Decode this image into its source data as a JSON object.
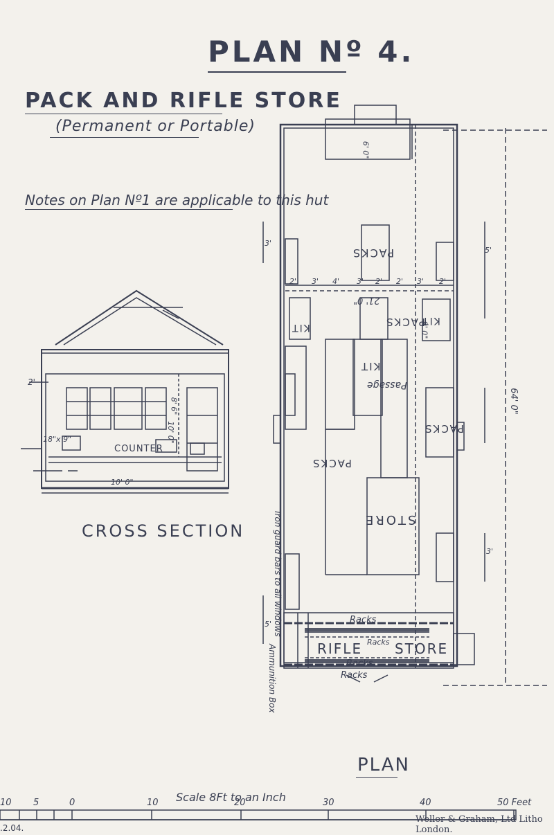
{
  "header": {
    "title": "PLAN Nº 4.",
    "subtitle": "PACK AND RIFLE STORE",
    "permanence": "(Permanent or Portable)",
    "notes": "Notes on Plan Nº1 are applicable to this hut"
  },
  "cross_section": {
    "heading": "CROSS SECTION",
    "counter_label": "COUNTER",
    "dimension_left": "2'",
    "dimension_window": "18\"x 9\"",
    "dimension_height_a": "8' 6\"",
    "dimension_height_b": "10' 0\"",
    "dimension_width": "10' 0\""
  },
  "plan": {
    "heading": "PLAN",
    "labels": {
      "packs_left": "PACKS",
      "kit_left": "KIT",
      "passage": "Passage",
      "packs_center": "PACKS",
      "kit_center": "KIT",
      "kit_right": "KIT",
      "packs_right": "PACKS",
      "store": "STORE",
      "rifle_store": "RIFLE",
      "store_word": "STORE",
      "racks_top": "Racks",
      "racks_mid": "Racks",
      "racks_bottom": "Racks",
      "racks_inner": "Racks",
      "ammunition_box": "Ammunition Box",
      "iron_guard": "Iron guard bars to all windows"
    },
    "dimensions": {
      "overall_length": "64' 0\"",
      "overall_width": "21' 0\"",
      "bay_a": "3'",
      "bay_b": "4'",
      "bay_c": "3'",
      "bay_d": "2'",
      "bay_e": "2'",
      "bay_f": "3'",
      "bay_g": "2'",
      "bay_first": "2'",
      "room_width": "6' 0\"",
      "door_width": "9' 0\"",
      "seg_3": "3'",
      "seg_5": "5'",
      "seg_a": "3'",
      "seg_c": "5'"
    }
  },
  "scale": {
    "text": "Scale 8Ft to an Inch",
    "ticks": [
      "10",
      "5",
      "0",
      "10",
      "20",
      "30",
      "40",
      "50 Feet"
    ]
  },
  "footer": {
    "printer": "Weller & Graham, Ltd Litho London.",
    "margin_note": ".2.04."
  }
}
